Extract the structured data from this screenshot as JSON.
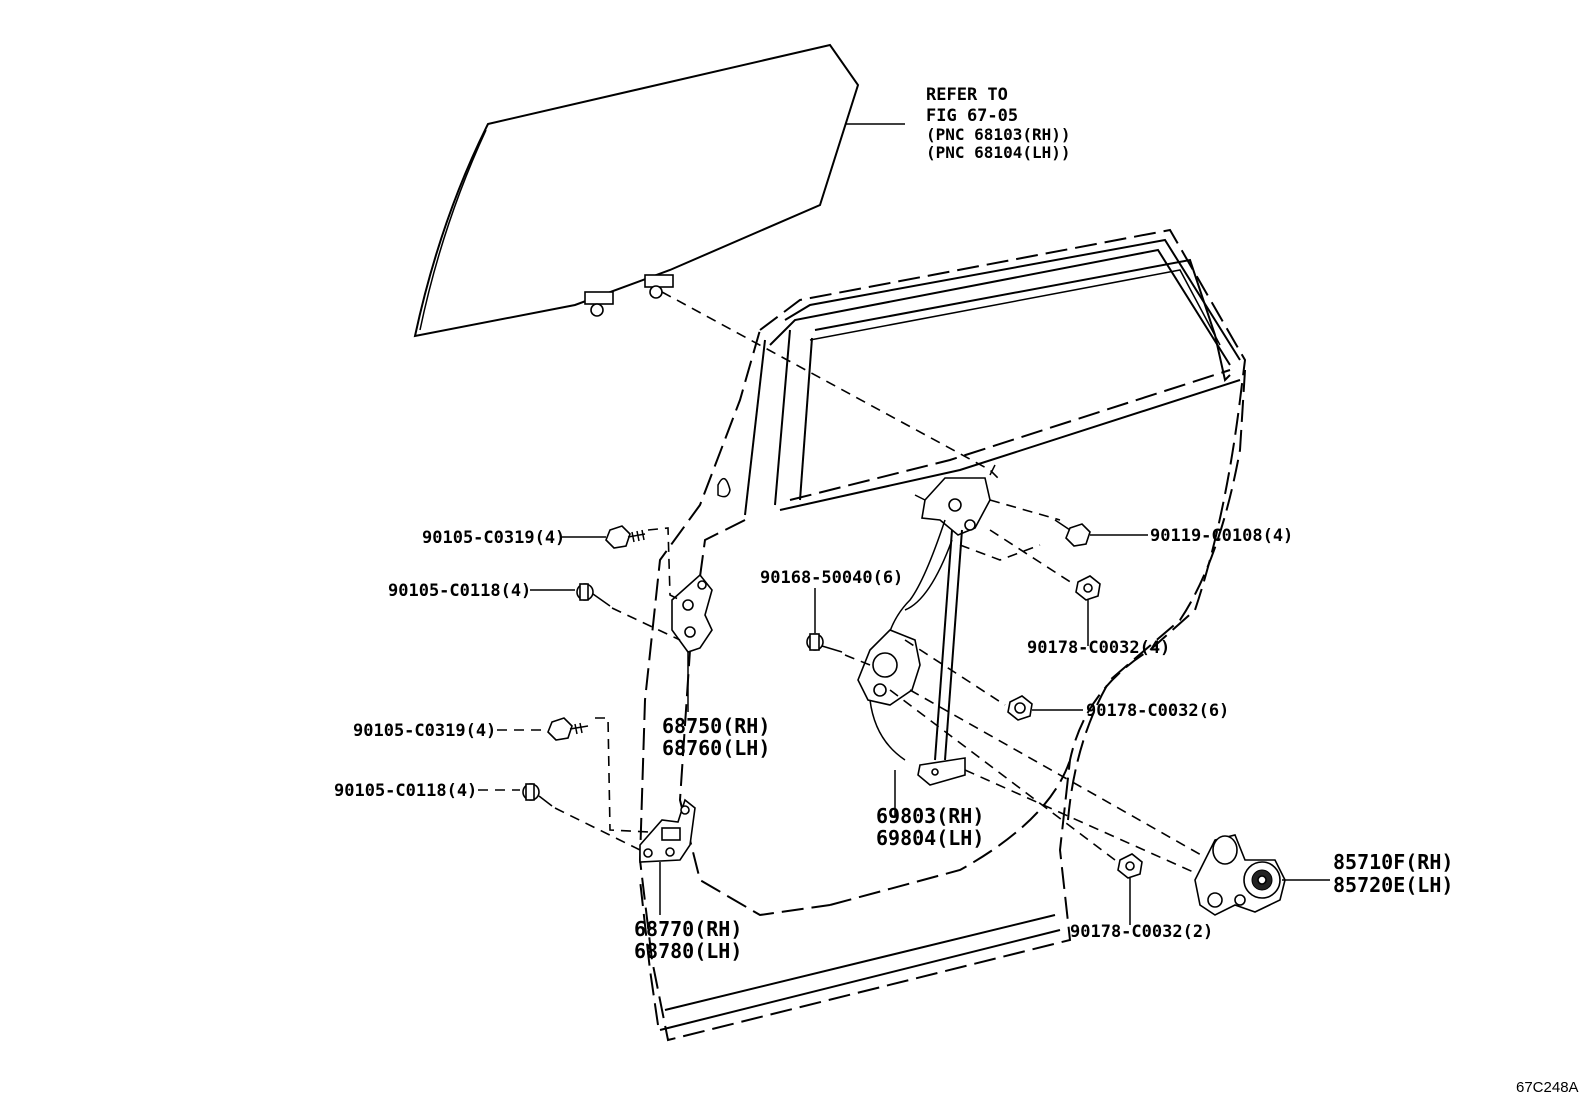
{
  "reference": {
    "line1": "REFER TO",
    "line2": "FIG 67-05",
    "line3": "(PNC 68103(RH))",
    "line4": "(PNC 68104(LH))"
  },
  "labels": {
    "bolt_upper_hinge": "90105-C0319(4)",
    "bolt_upper_hinge_b": "90105-C0118(4)",
    "bolt_lower_hinge": "90105-C0319(4)",
    "bolt_lower_hinge_b": "90105-C0118(4)",
    "hinge_upper_rh": "68750(RH)",
    "hinge_upper_lh": "68760(LH)",
    "hinge_lower_rh": "68770(RH)",
    "hinge_lower_lh": "68780(LH)",
    "screw_regulator": "90168-50040(6)",
    "bolt_top": "90119-C0108(4)",
    "nut_a": "90178-C0032(4)",
    "nut_b": "90178-C0032(6)",
    "nut_c": "90178-C0032(2)",
    "regulator_rh": "69803(RH)",
    "regulator_lh": "69804(LH)",
    "motor_rh": "85710F(RH)",
    "motor_lh": "85720E(LH)"
  },
  "figure_code": "67C248A"
}
